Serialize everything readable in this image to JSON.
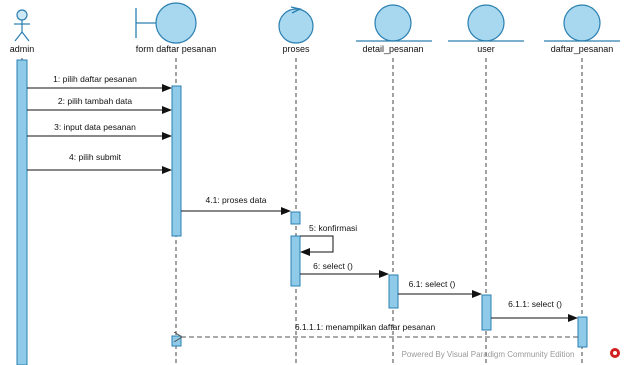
{
  "diagram": {
    "participants": [
      {
        "id": "admin",
        "label": "admin",
        "kind": "actor"
      },
      {
        "id": "form",
        "label": "form daftar pesanan",
        "kind": "boundary"
      },
      {
        "id": "proses",
        "label": "proses",
        "kind": "control"
      },
      {
        "id": "detail",
        "label": "detail_pesanan",
        "kind": "entity"
      },
      {
        "id": "user",
        "label": "user",
        "kind": "entity"
      },
      {
        "id": "daftar",
        "label": "daftar_pesanan",
        "kind": "entity"
      }
    ],
    "messages": [
      {
        "label": "1: pilih daftar pesanan",
        "from": "admin",
        "to": "form"
      },
      {
        "label": "2: pilih tambah data",
        "from": "admin",
        "to": "form"
      },
      {
        "label": "3: input data pesanan",
        "from": "admin",
        "to": "form"
      },
      {
        "label": "4: pilih submit",
        "from": "admin",
        "to": "form"
      },
      {
        "label": "4.1: proses data",
        "from": "form",
        "to": "proses"
      },
      {
        "label": "5: konfirmasi",
        "from": "proses",
        "to": "proses"
      },
      {
        "label": "6: select ()",
        "from": "proses",
        "to": "detail"
      },
      {
        "label": "6.1: select ()",
        "from": "detail",
        "to": "user"
      },
      {
        "label": "6.1.1: select ()",
        "from": "user",
        "to": "daftar"
      },
      {
        "label": "6.1.1.1: menampilkan daftar pesanan",
        "from": "daftar",
        "to": "form",
        "style": "return"
      }
    ],
    "watermark": "Powered By  Visual Paradigm Community Edition",
    "colors": {
      "lifeline_fill": "#a8d8f0",
      "lifeline_stroke": "#2a7fb0",
      "activation_fill": "#8fcbe8",
      "line": "#1a1a1a",
      "watermark_logo": "#d02020"
    }
  }
}
